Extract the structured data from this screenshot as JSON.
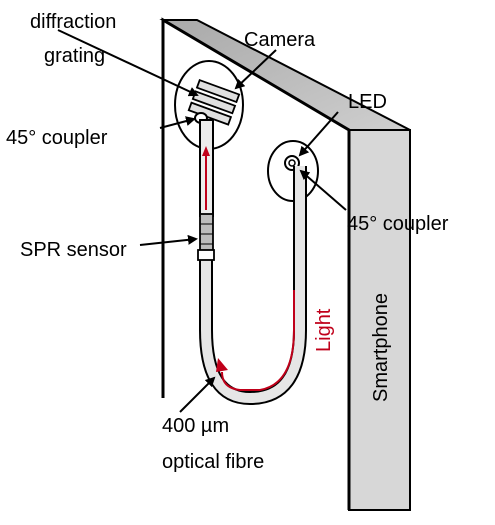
{
  "labels": {
    "diffraction_line1": "diffraction",
    "diffraction_line2": "grating",
    "camera": "Camera",
    "coupler_left": "45° coupler",
    "led": "LED",
    "coupler_right": "45° coupler",
    "spr_sensor": "SPR sensor",
    "light": "Light",
    "smartphone": "Smartphone",
    "fibre_line1": "400 µm",
    "fibre_line2": "optical fibre"
  },
  "colors": {
    "phone_top": "#bdbdbd",
    "phone_side": "#d9d9d9",
    "light_arrow": "#c0001a",
    "fibre_fill": "#e6e6e6"
  }
}
